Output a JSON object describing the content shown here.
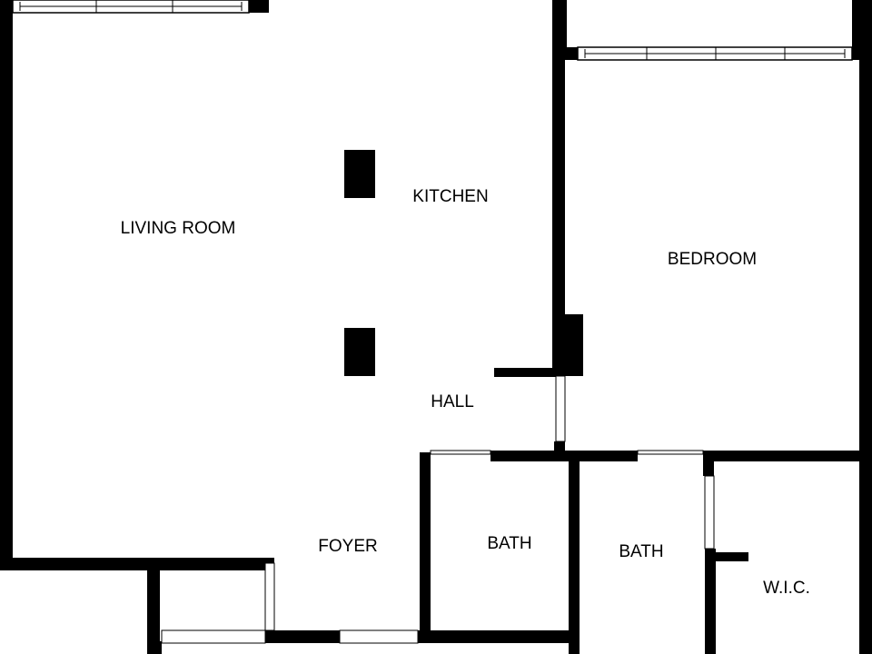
{
  "plan": {
    "rooms": {
      "living_room": "LIVING ROOM",
      "kitchen": "KITCHEN",
      "bedroom": "BEDROOM",
      "hall": "HALL",
      "foyer": "FOYER",
      "bath_1": "BATH",
      "bath_2": "BATH",
      "wic": "W.I.C."
    },
    "colors": {
      "wall": "#000000",
      "background": "#ffffff"
    }
  }
}
